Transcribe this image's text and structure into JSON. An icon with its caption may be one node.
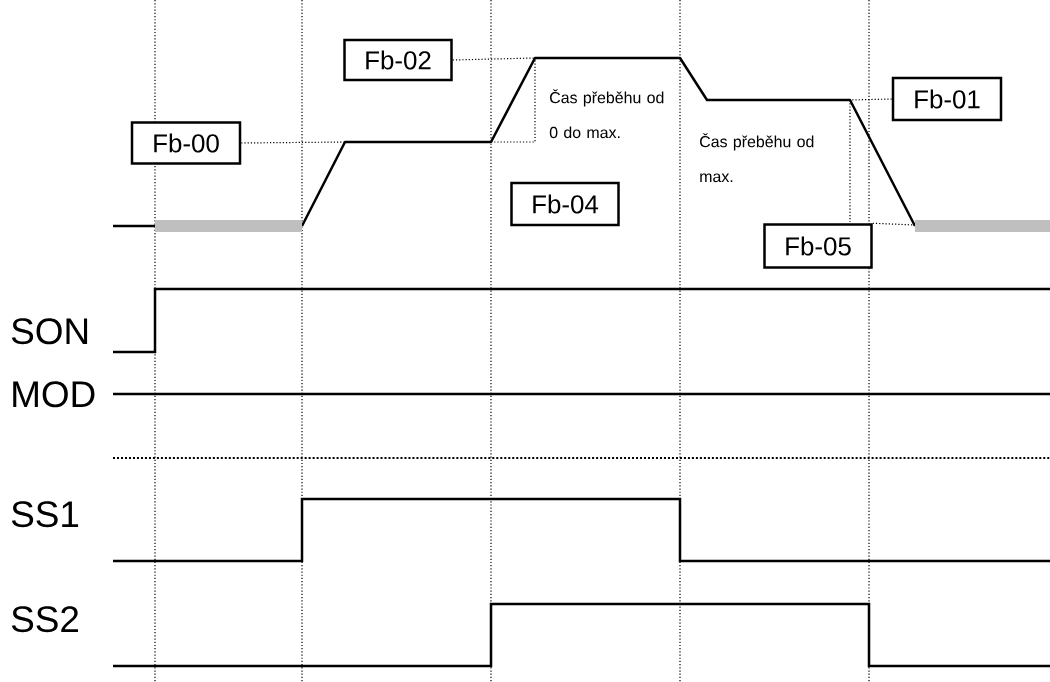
{
  "diagram": {
    "nodes": [
      {
        "text": [
          "Fb-02"
        ]
      },
      {
        "text": [
          "Fb-01"
        ]
      },
      {
        "text": [
          "Fb-00"
        ]
      },
      {
        "text": [
          "Fb-04"
        ]
      },
      {
        "text": [
          "Fb-05"
        ]
      }
    ],
    "edges": [
      {
        "from": 0,
        "to": null,
        "arrow": "none",
        "style": "dashed"
      },
      {
        "from": 1,
        "to": null,
        "arrow": "none",
        "style": "dashed"
      },
      {
        "from": 2,
        "to": null,
        "arrow": "none",
        "style": "dashed"
      },
      {
        "from": 4,
        "to": null,
        "arrow": "none",
        "style": "dashed"
      }
    ],
    "labels": [
      "Čas přeběhu od 0 do max.",
      "Čas přeběhu od max.",
      "SON",
      "MOD",
      "SS1",
      "SS2"
    ]
  }
}
